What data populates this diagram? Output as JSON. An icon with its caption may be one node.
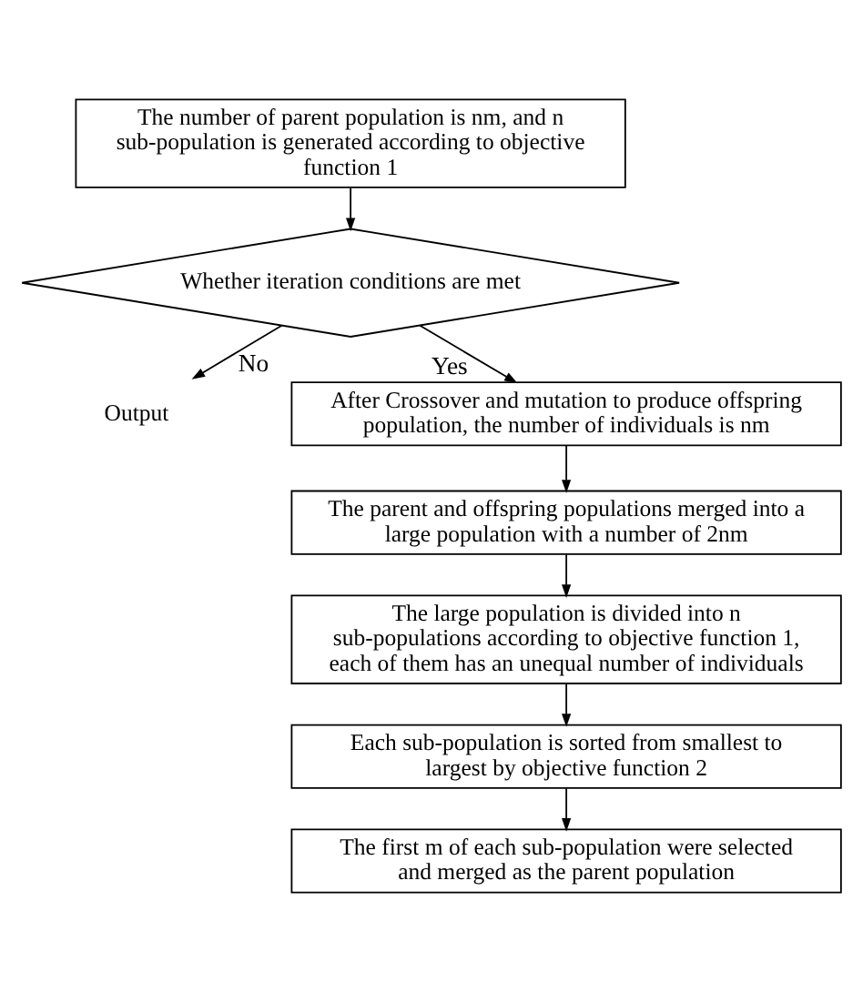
{
  "diagram": {
    "nodes": [
      {
        "text": [
          "The number of parent population is nm, and n sub-population is generated according to objective function 1"
        ]
      },
      {
        "text": [
          "Whether iteration conditions are met"
        ]
      },
      {
        "text": [
          "Output"
        ]
      },
      {
        "text": [
          "After Crossover and mutation to produce offspring population, the number of individuals is nm"
        ]
      },
      {
        "text": [
          "The parent and offspring populations merged into a large population with a number of 2nm"
        ]
      },
      {
        "text": [
          "The large population is divided into n sub-populations according to objective function 1, each of them has an unequal number of individuals"
        ]
      },
      {
        "text": [
          "Each sub-population is sorted from smallest to largest by objective function 2"
        ]
      },
      {
        "text": [
          "The first m of each sub-population were selected and merged as the parent population"
        ]
      }
    ],
    "edges": [
      {
        "from": 0,
        "to": 1,
        "arrow": "to"
      },
      {
        "from": 1,
        "to": 2,
        "arrow": "to",
        "label": "No"
      },
      {
        "from": 1,
        "to": 3,
        "arrow": "to",
        "label": "Yes"
      },
      {
        "from": 3,
        "to": 4,
        "arrow": "to"
      },
      {
        "from": 4,
        "to": 5,
        "arrow": "to"
      },
      {
        "from": 5,
        "to": 6,
        "arrow": "to"
      },
      {
        "from": 6,
        "to": 7,
        "arrow": "to"
      }
    ]
  }
}
